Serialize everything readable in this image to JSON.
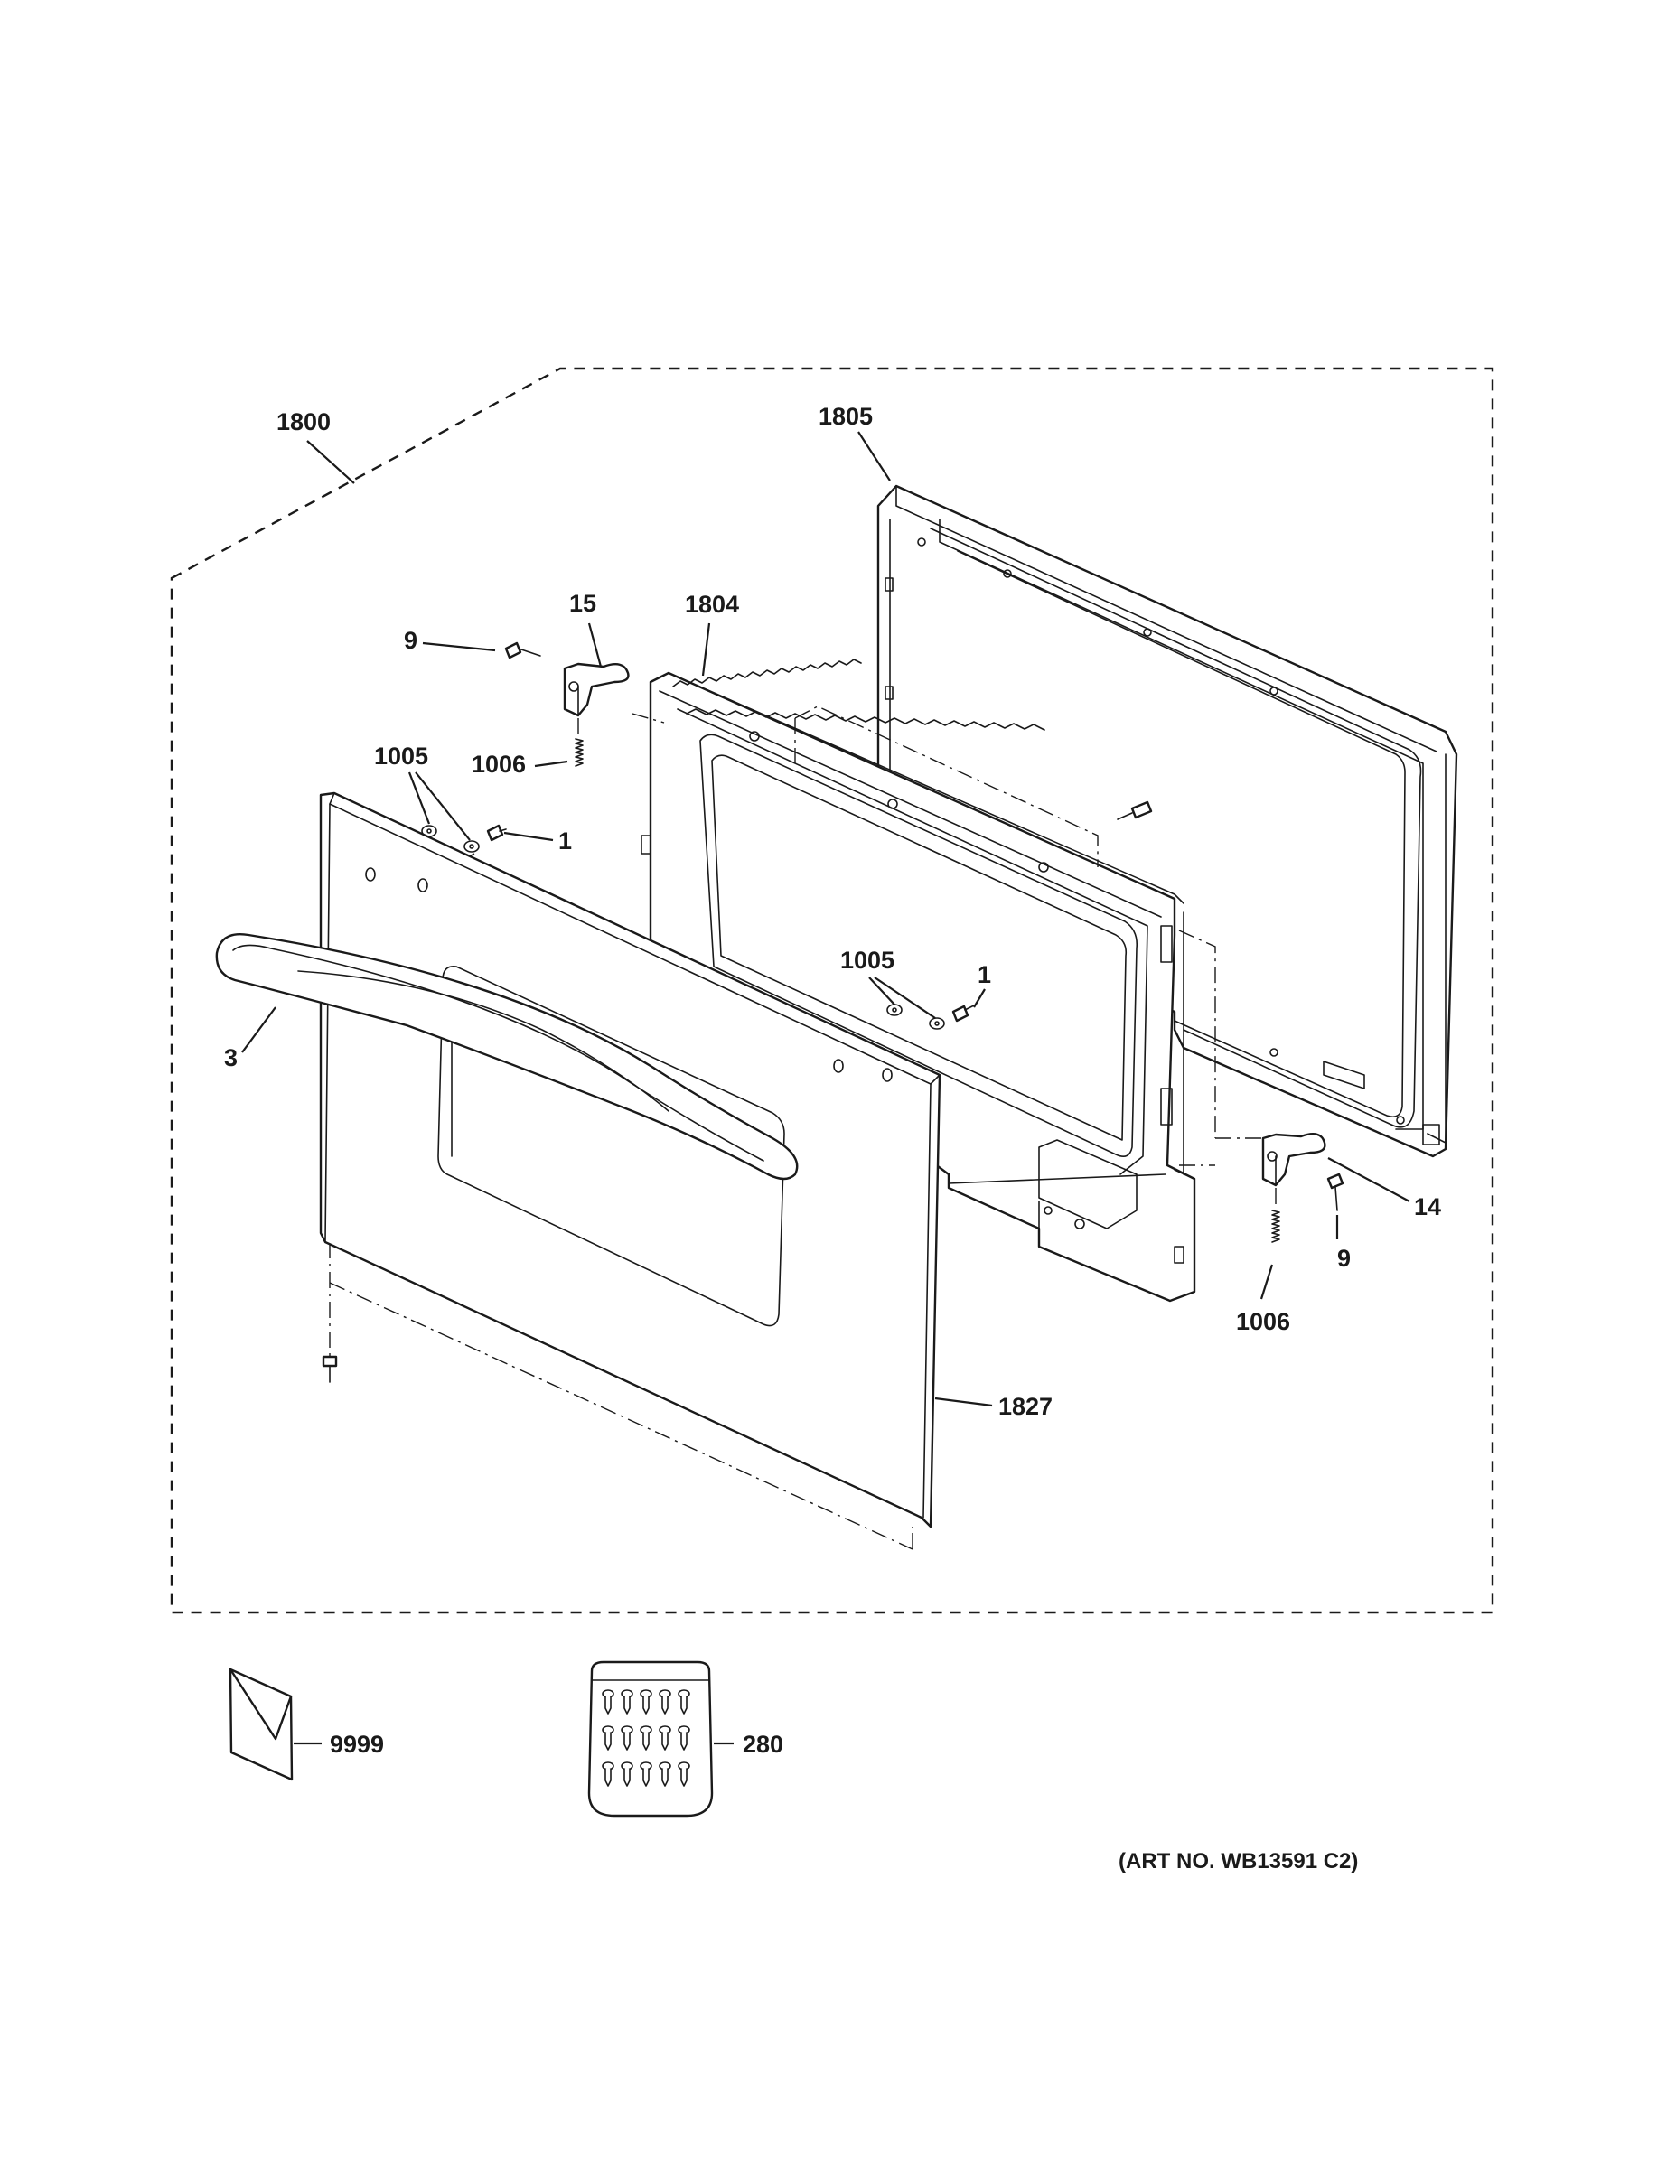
{
  "callouts": {
    "c1800": "1800",
    "c1805": "1805",
    "c15": "15",
    "c1804": "1804",
    "c9_left": "9",
    "c1005_left": "1005",
    "c1006_left": "1006",
    "c1_left": "1",
    "c3": "3",
    "c1005_right": "1005",
    "c1_right": "1",
    "c14": "14",
    "c9_right": "9",
    "c1006_right": "1006",
    "c1827": "1827",
    "c9999": "9999",
    "c280": "280"
  },
  "art_number": "(ART NO. WB13591 C2)"
}
